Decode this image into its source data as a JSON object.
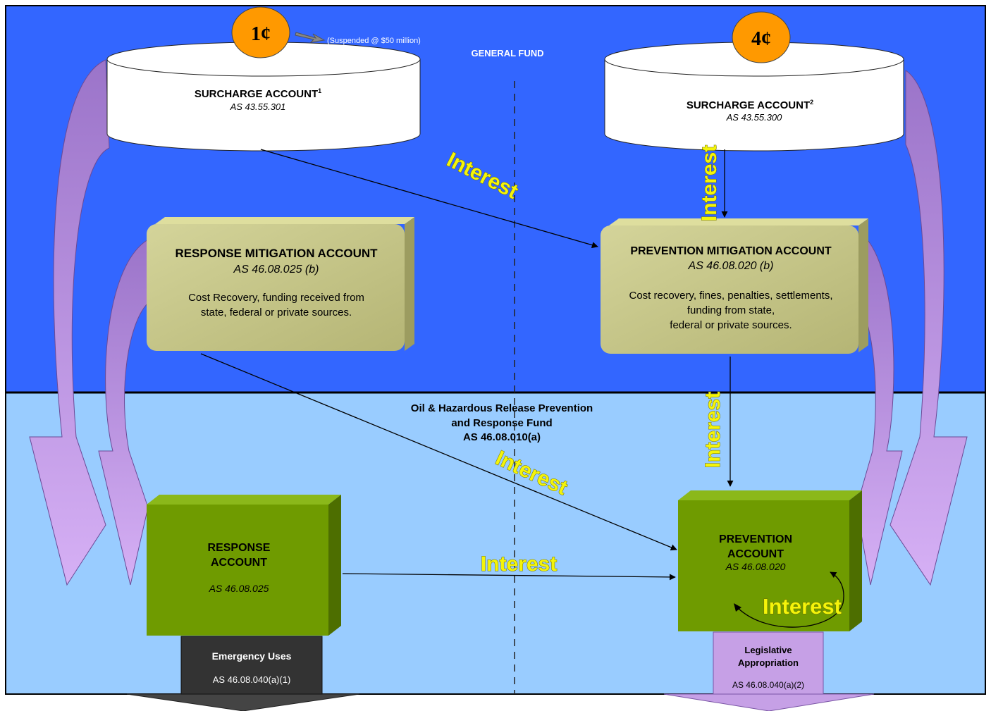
{
  "coins": {
    "left": "1¢",
    "right": "4¢"
  },
  "suspended_note": "(Suspended @ $50 million)",
  "general_fund_label": "GENERAL FUND",
  "surcharge_left": {
    "title": "SURCHARGE ACCOUNT",
    "sup": "1",
    "statute": "AS 43.55.301"
  },
  "surcharge_right": {
    "title": "SURCHARGE ACCOUNT",
    "sup": "2",
    "statute": "AS 43.55.300"
  },
  "response_mitigation": {
    "title": "RESPONSE MITIGATION ACCOUNT",
    "statute": "AS 46.08.025 (b)",
    "desc_line1": "Cost Recovery, funding received from",
    "desc_line2": "state, federal or private sources."
  },
  "prevention_mitigation": {
    "title": "PREVENTION MITIGATION ACCOUNT",
    "statute": "AS 46.08.020 (b)",
    "desc_line1": "Cost recovery, fines, penalties, settlements,",
    "desc_line2": "funding from state,",
    "desc_line3": "federal or private sources."
  },
  "fund_title": {
    "line1": "Oil & Hazardous Release Prevention",
    "line2": "and Response Fund",
    "line3": "AS 46.08.010(a)"
  },
  "response_account": {
    "line1": "RESPONSE",
    "line2": "ACCOUNT",
    "statute": "AS 46.08.025"
  },
  "prevention_account": {
    "line1": "PREVENTION",
    "line2": "ACCOUNT",
    "statute": "AS 46.08.020"
  },
  "emergency": {
    "title": "Emergency Uses",
    "statute": "AS 46.08.040(a)(1)"
  },
  "legislative": {
    "line1": "Legislative",
    "line2": "Appropriation",
    "statute": "AS 46.08.040(a)(2)"
  },
  "interest_label": "Interest",
  "colors": {
    "top_bg": "#3366ff",
    "bottom_bg": "#99ccff",
    "mitigation_box": "#c9c98a",
    "account_box": "#6f9b00",
    "purple_arrow": "#c6a0e6",
    "coin": "#ff9900",
    "interest_text": "#f4f40a",
    "emergency_box": "#333333"
  }
}
